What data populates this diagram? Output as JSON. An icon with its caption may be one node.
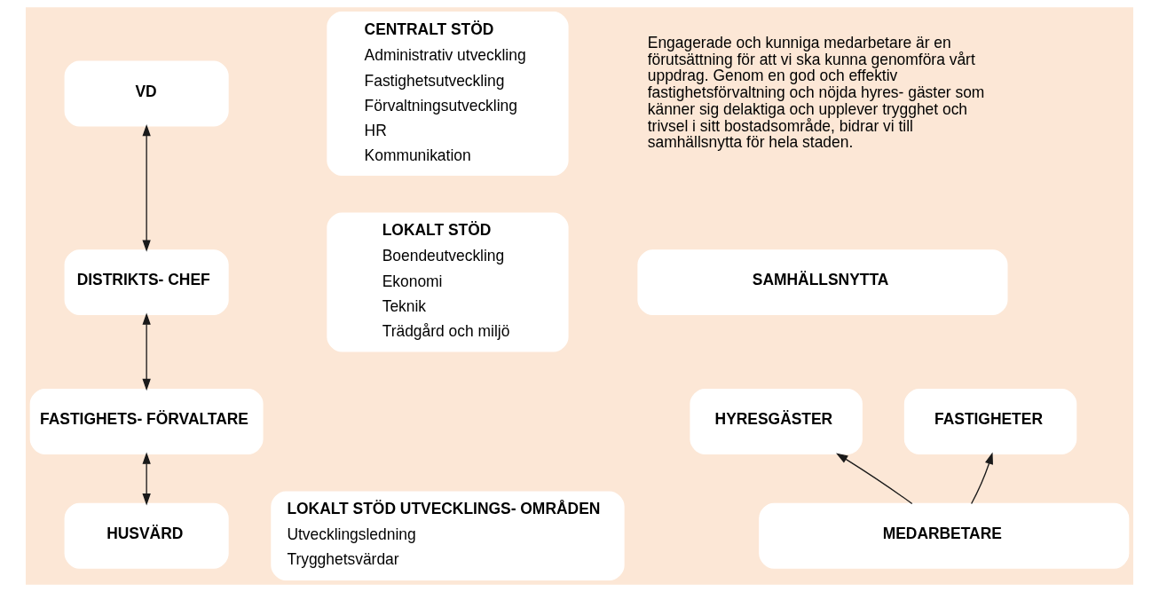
{
  "diagram": {
    "nodes": [
      {
        "text": [
          "VD"
        ]
      },
      {
        "text": [
          "DISTRIKTS- CHEF"
        ]
      },
      {
        "text": [
          "FASTIGHETS- FÖRVALTARE"
        ]
      },
      {
        "text": [
          "HUSVÄRD"
        ]
      },
      {
        "text": [
          "CENTRALT STÖD",
          "Administrativ utveckling",
          "Fastighetsutveckling",
          "Förvaltningsutveckling",
          "HR",
          "Kommunikation"
        ]
      },
      {
        "text": [
          "LOKALT STÖD",
          "Boendeutveckling",
          "Ekonomi",
          "Teknik",
          "Trädgård och miljö"
        ]
      },
      {
        "text": [
          "LOKALT STÖD UTVECKLINGS- OMRÅDEN",
          "Utvecklingsledning",
          "Trygghetsvärdar"
        ]
      },
      {
        "text": [
          "SAMHÄLLSNYTTA"
        ]
      },
      {
        "text": [
          "HYRESGÄSTER"
        ]
      },
      {
        "text": [
          "FASTIGHETER"
        ]
      },
      {
        "text": [
          "MEDARBETARE"
        ]
      }
    ],
    "edges": [
      {
        "from": 0,
        "to": 1,
        "arrow": "both"
      },
      {
        "from": 1,
        "to": 2,
        "arrow": "both"
      },
      {
        "from": 2,
        "to": 3,
        "arrow": "both"
      },
      {
        "from": 10,
        "to": 8,
        "arrow": "to"
      },
      {
        "from": 10,
        "to": 9,
        "arrow": "to"
      }
    ],
    "labels": [
      "Engagerade och kunniga medarbetare är en förutsättning för att vi ska kunna genomföra vårt uppdrag. Genom en god och effektiv fastighetsförvaltning och nöjda hyres- gäster som känner sig delaktiga och upplever trygghet och trivsel i sitt bostadsområde, bidrar vi till samhällsnytta för hela staden."
    ]
  }
}
